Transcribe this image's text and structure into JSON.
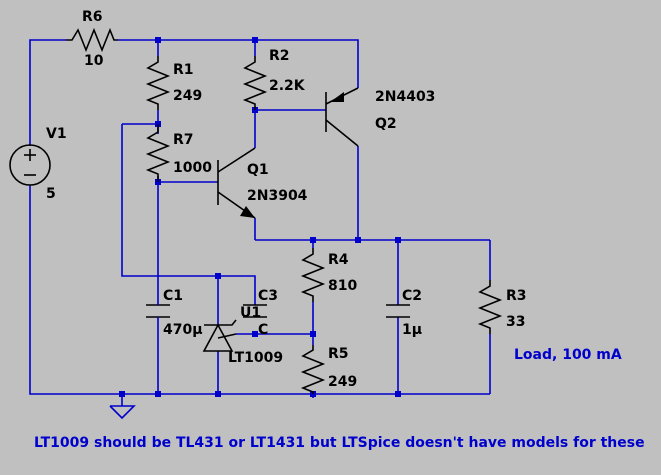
{
  "components": {
    "R6": {
      "ref": "R6",
      "value": "10"
    },
    "R1": {
      "ref": "R1",
      "value": "249"
    },
    "R2": {
      "ref": "R2",
      "value": "2.2K"
    },
    "R7": {
      "ref": "R7",
      "value": "1000"
    },
    "R4": {
      "ref": "R4",
      "value": "810"
    },
    "R5": {
      "ref": "R5",
      "value": "249"
    },
    "R3": {
      "ref": "R3",
      "value": "33"
    },
    "V1": {
      "ref": "V1",
      "value": "5"
    },
    "Q1": {
      "ref": "Q1",
      "value": "2N3904"
    },
    "Q2": {
      "ref": "Q2",
      "value": "2N4403"
    },
    "C1": {
      "ref": "C1",
      "value": "470µ"
    },
    "C2": {
      "ref": "C2",
      "value": "1µ"
    },
    "C3": {
      "ref": "C3",
      "pin": "C"
    },
    "U1": {
      "ref": "U1",
      "value": "LT1009"
    }
  },
  "annotations": {
    "load": "Load, 100 mA",
    "footer": "LT1009 should be TL431 or LT1431 but LTSpice doesn't have models for these"
  }
}
